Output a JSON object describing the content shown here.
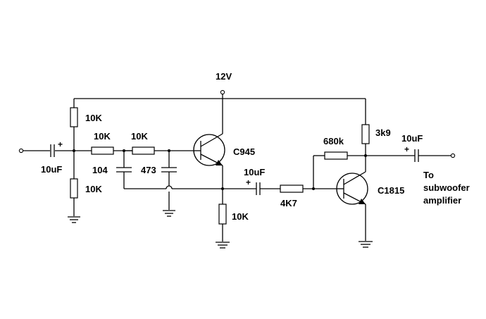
{
  "supply": {
    "label": "12V"
  },
  "components": {
    "r_top_bias": "10K",
    "r_bottom_bias": "10K",
    "r_series_1": "10K",
    "r_series_2": "10K",
    "c_input": "10uF",
    "c_filter_1": "104",
    "c_filter_2": "473",
    "q1": "C945",
    "r_emitter": "10K",
    "c_coupling": "10uF",
    "r_base": "4K7",
    "r_feedback": "680k",
    "r_collector": "3k9",
    "q2": "C1815",
    "c_output": "10uF"
  },
  "polarity": {
    "plus": "+"
  },
  "output_note": [
    "To",
    "subwoofer",
    "amplifier"
  ]
}
